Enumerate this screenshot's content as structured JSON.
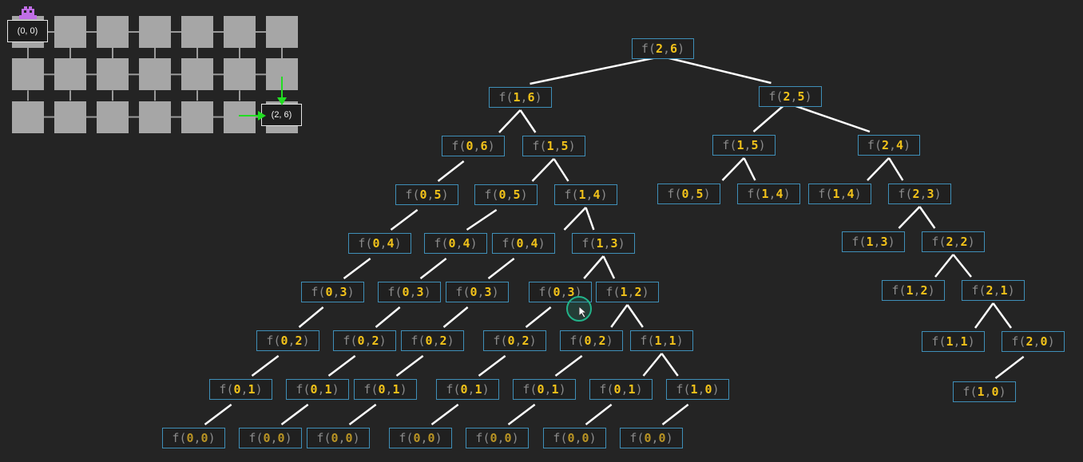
{
  "grid": {
    "rows": 3,
    "cols": 7,
    "start_label": "(0, 0)",
    "end_label": "(2, 6)",
    "arrow_color": "#22dd22",
    "robot_color": "#c06ee6"
  },
  "tree": {
    "func": "f",
    "edge_color": "#ffffff",
    "nodes": [
      {
        "id": "n26",
        "args": [
          "2",
          "6"
        ],
        "kids": [
          "n16",
          "n25"
        ]
      },
      {
        "id": "n16",
        "args": [
          "1",
          "6"
        ],
        "kids": [
          "n06",
          "n15a"
        ]
      },
      {
        "id": "n25",
        "args": [
          "2",
          "5"
        ],
        "kids": [
          "n15b",
          "n24"
        ]
      },
      {
        "id": "n06",
        "args": [
          "0",
          "6"
        ],
        "kids": [
          "a05"
        ]
      },
      {
        "id": "n15a",
        "args": [
          "1",
          "5"
        ],
        "kids": [
          "b05",
          "n14a"
        ]
      },
      {
        "id": "n15b",
        "args": [
          "1",
          "5"
        ],
        "kids": [
          "c05",
          "n14b"
        ]
      },
      {
        "id": "n24",
        "args": [
          "2",
          "4"
        ],
        "kids": [
          "n14c",
          "n23"
        ]
      },
      {
        "id": "a05",
        "args": [
          "0",
          "5"
        ],
        "kids": [
          "a04"
        ]
      },
      {
        "id": "b05",
        "args": [
          "0",
          "5"
        ],
        "kids": [
          "b04"
        ]
      },
      {
        "id": "n14a",
        "args": [
          "1",
          "4"
        ],
        "kids": [
          "c04",
          "n13a"
        ]
      },
      {
        "id": "c05",
        "args": [
          "0",
          "5"
        ],
        "kids": []
      },
      {
        "id": "n14b",
        "args": [
          "1",
          "4"
        ],
        "kids": []
      },
      {
        "id": "n14c",
        "args": [
          "1",
          "4"
        ],
        "kids": []
      },
      {
        "id": "n23",
        "args": [
          "2",
          "3"
        ],
        "kids": [
          "n13b",
          "n22"
        ]
      },
      {
        "id": "a04",
        "args": [
          "0",
          "4"
        ],
        "kids": [
          "a03"
        ]
      },
      {
        "id": "b04",
        "args": [
          "0",
          "4"
        ],
        "kids": [
          "b03"
        ]
      },
      {
        "id": "c04",
        "args": [
          "0",
          "4"
        ],
        "kids": [
          "c03"
        ]
      },
      {
        "id": "n13a",
        "args": [
          "1",
          "3"
        ],
        "kids": [
          "d03",
          "n12a"
        ]
      },
      {
        "id": "n13b",
        "args": [
          "1",
          "3"
        ],
        "kids": []
      },
      {
        "id": "n22",
        "args": [
          "2",
          "2"
        ],
        "kids": [
          "n12b",
          "n21"
        ]
      },
      {
        "id": "a03",
        "args": [
          "0",
          "3"
        ],
        "kids": [
          "a02"
        ]
      },
      {
        "id": "b03",
        "args": [
          "0",
          "3"
        ],
        "kids": [
          "b02"
        ]
      },
      {
        "id": "c03",
        "args": [
          "0",
          "3"
        ],
        "kids": [
          "c02"
        ]
      },
      {
        "id": "d03",
        "args": [
          "0",
          "3"
        ],
        "kids": [
          "d02"
        ]
      },
      {
        "id": "n12a",
        "args": [
          "1",
          "2"
        ],
        "kids": [
          "e02",
          "n11a"
        ]
      },
      {
        "id": "n12b",
        "args": [
          "1",
          "2"
        ],
        "kids": []
      },
      {
        "id": "n21",
        "args": [
          "2",
          "1"
        ],
        "kids": [
          "n11b",
          "n20"
        ]
      },
      {
        "id": "a02",
        "args": [
          "0",
          "2"
        ],
        "kids": [
          "a01"
        ]
      },
      {
        "id": "b02",
        "args": [
          "0",
          "2"
        ],
        "kids": [
          "b01"
        ]
      },
      {
        "id": "c02",
        "args": [
          "0",
          "2"
        ],
        "kids": [
          "c01"
        ]
      },
      {
        "id": "d02",
        "args": [
          "0",
          "2"
        ],
        "kids": [
          "d01"
        ]
      },
      {
        "id": "e02",
        "args": [
          "0",
          "2"
        ],
        "kids": [
          "e01"
        ]
      },
      {
        "id": "n11a",
        "args": [
          "1",
          "1"
        ],
        "kids": [
          "f01",
          "n10a"
        ]
      },
      {
        "id": "n11b",
        "args": [
          "1",
          "1"
        ],
        "kids": []
      },
      {
        "id": "n20",
        "args": [
          "2",
          "0"
        ],
        "kids": [
          "n10b"
        ]
      },
      {
        "id": "a01",
        "args": [
          "0",
          "1"
        ],
        "kids": [
          "a00"
        ]
      },
      {
        "id": "b01",
        "args": [
          "0",
          "1"
        ],
        "kids": [
          "b00"
        ]
      },
      {
        "id": "c01",
        "args": [
          "0",
          "1"
        ],
        "kids": [
          "c00"
        ]
      },
      {
        "id": "d01",
        "args": [
          "0",
          "1"
        ],
        "kids": [
          "d00"
        ]
      },
      {
        "id": "e01",
        "args": [
          "0",
          "1"
        ],
        "kids": [
          "e00"
        ]
      },
      {
        "id": "f01",
        "args": [
          "0",
          "1"
        ],
        "kids": [
          "f00"
        ]
      },
      {
        "id": "n10a",
        "args": [
          "1",
          "0"
        ],
        "kids": [
          "g00"
        ]
      },
      {
        "id": "n10b",
        "args": [
          "1",
          "0"
        ],
        "kids": []
      },
      {
        "id": "a00",
        "args": [
          "0",
          "0"
        ],
        "kids": []
      },
      {
        "id": "b00",
        "args": [
          "0",
          "0"
        ],
        "kids": []
      },
      {
        "id": "c00",
        "args": [
          "0",
          "0"
        ],
        "kids": []
      },
      {
        "id": "d00",
        "args": [
          "0",
          "0"
        ],
        "kids": []
      },
      {
        "id": "e00",
        "args": [
          "0",
          "0"
        ],
        "kids": []
      },
      {
        "id": "f00",
        "args": [
          "0",
          "0"
        ],
        "kids": []
      },
      {
        "id": "g00",
        "args": [
          "0",
          "0"
        ],
        "kids": []
      }
    ]
  }
}
